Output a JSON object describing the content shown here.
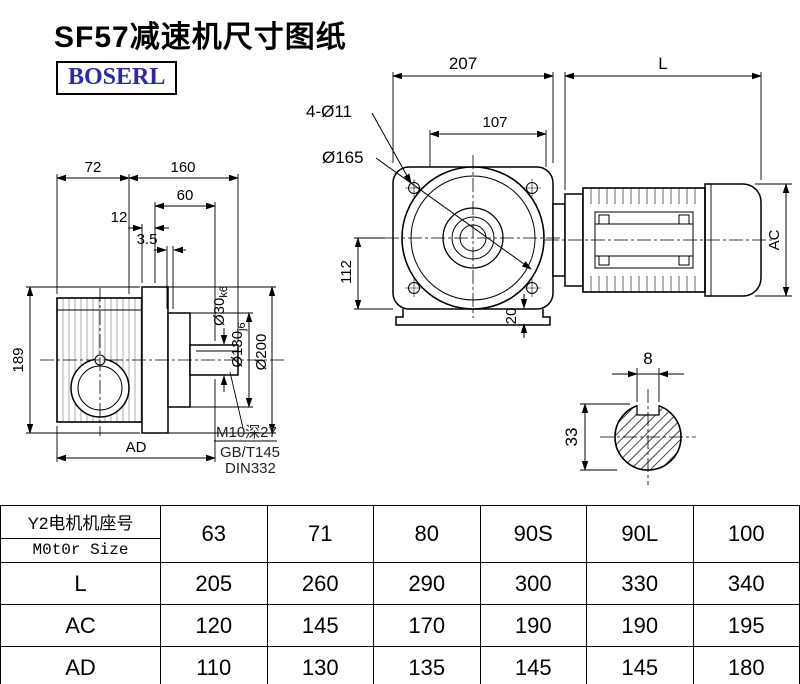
{
  "header": {
    "title": "SF57减速机尺寸图纸",
    "brand": "BOSERL"
  },
  "dims": {
    "left": {
      "w72": "72",
      "w160": "160",
      "w60": "60",
      "w12": "12",
      "w35": "3.5",
      "h189": "189",
      "ad": "AD",
      "d30": "Ø30",
      "d30t": "k6",
      "d130": "Ø130",
      "d130t": "j6",
      "d200": "Ø200",
      "m10": "M10深27",
      "gb": "GB/T145",
      "din": "DIN332"
    },
    "front": {
      "w207": "207",
      "l": "L",
      "bolt": "4-Ø11",
      "w107": "107",
      "d165": "Ø165",
      "h112": "112",
      "h20": "20",
      "ac": "AC"
    },
    "shaft": {
      "w8": "8",
      "h33": "33"
    }
  },
  "table": {
    "header": {
      "line1": "Y2电机机座号",
      "line2": "M0t0r Size",
      "cols": [
        "63",
        "71",
        "80",
        "90S",
        "90L",
        "100"
      ]
    },
    "rows": [
      {
        "label": "L",
        "values": [
          "205",
          "260",
          "290",
          "300",
          "330",
          "340"
        ]
      },
      {
        "label": "AC",
        "values": [
          "120",
          "145",
          "170",
          "190",
          "190",
          "195"
        ]
      },
      {
        "label": "AD",
        "values": [
          "110",
          "130",
          "135",
          "145",
          "145",
          "180"
        ]
      }
    ]
  }
}
